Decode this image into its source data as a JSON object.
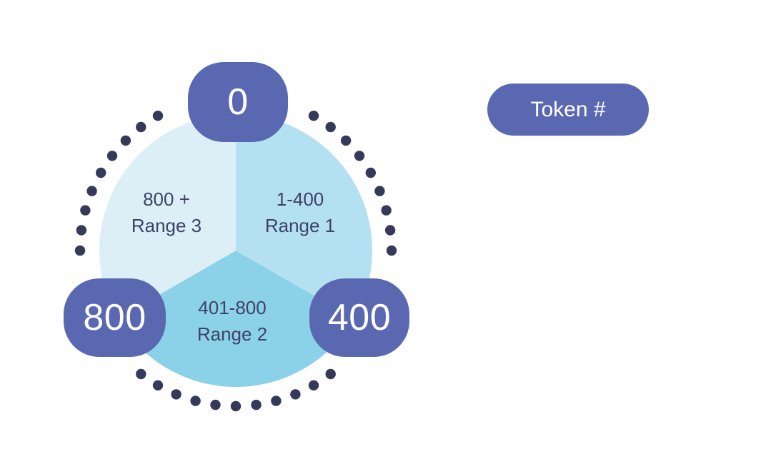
{
  "diagram": {
    "type": "segmented-circle",
    "legend_pill": {
      "label": "Token #"
    },
    "segments": [
      {
        "id": "range-1",
        "range": "1-400",
        "name": "Range 1",
        "fill": "#B4E1F1",
        "start_angle": 0,
        "end_angle": 120
      },
      {
        "id": "range-2",
        "range": "401-800",
        "name": "Range 2",
        "fill": "#8BD2E9",
        "start_angle": 120,
        "end_angle": 240
      },
      {
        "id": "range-3",
        "range": "800 +",
        "name": "Range 3",
        "fill": "#DCEFF7",
        "start_angle": 240,
        "end_angle": 360
      }
    ],
    "badges": [
      {
        "id": "badge-0",
        "label": "0"
      },
      {
        "id": "badge-400",
        "label": "400"
      },
      {
        "id": "badge-800",
        "label": "800"
      }
    ],
    "colors": {
      "badge_fill": "#5A68B2",
      "badge_text": "#FFFFFF",
      "dot": "#37395B",
      "segment_text": "#3E4266",
      "background": "#FFFFFF"
    }
  }
}
